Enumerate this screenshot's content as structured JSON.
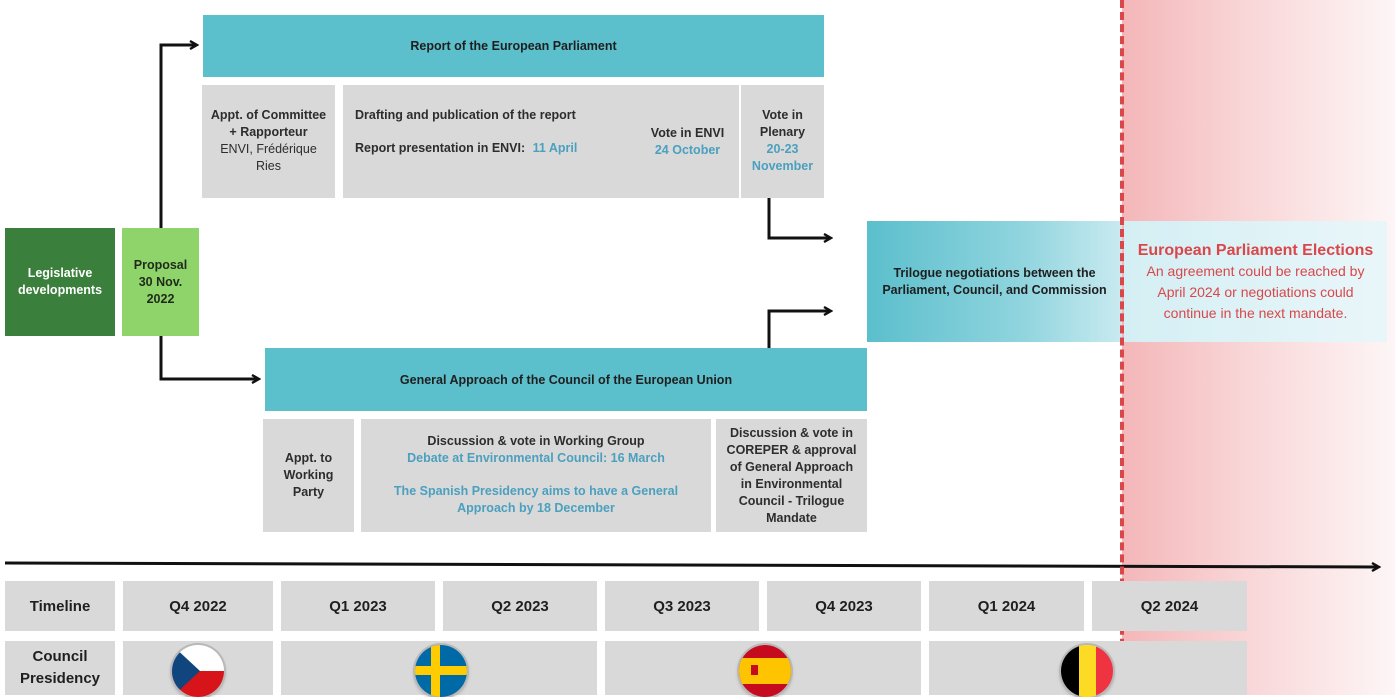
{
  "colors": {
    "teal": "#5bbfcc",
    "legislative_dark_green": "#3b7f3c",
    "proposal_light_green": "#8fd46b",
    "grey": "#d9d9d9",
    "date_blue": "#4aa0be",
    "election_red": "#d9474a"
  },
  "left": {
    "legislative": "Legislative developments",
    "proposal_line1": "Proposal",
    "proposal_line2": "30 Nov.",
    "proposal_line3": "2022"
  },
  "parliament": {
    "header": "Report of the European Parliament",
    "appt_line1": "Appt. of Committee",
    "appt_line2": "+ Rapporteur",
    "appt_line3": "ENVI, Frédérique",
    "appt_line4": "Ries",
    "drafting": "Drafting and publication of the report",
    "presentation_label": "Report presentation in ENVI:",
    "presentation_date": "11 April",
    "vote_envi": "Vote in ENVI",
    "vote_envi_date": "24 October",
    "vote_plenary_line1": "Vote in",
    "vote_plenary_line2": "Plenary",
    "vote_plenary_date1": "20-23",
    "vote_plenary_date2": "November"
  },
  "council": {
    "header": "General Approach of the Council of the European Union",
    "appt_line1": "Appt. to",
    "appt_line2": "Working",
    "appt_line3": "Party",
    "discussion": "Discussion & vote in Working Group",
    "debate": "Debate at Environmental Council: 16 March",
    "spanish_line1": "The Spanish Presidency aims to have a General",
    "spanish_line2": "Approach by 18 December",
    "coreper_line1": "Discussion & vote in",
    "coreper_line2": "COREPER & approval",
    "coreper_line3": "of General Approach",
    "coreper_line4": "in Environmental",
    "coreper_line5": "Council - Trilogue",
    "coreper_line6": "Mandate"
  },
  "trilogue": {
    "line1": "Trilogue negotiations between the",
    "line2": "Parliament, Council, and Commission"
  },
  "elections": {
    "title": "European Parliament Elections",
    "line1": "An agreement could be reached  by",
    "line2": "April 2024 or negotiations could",
    "line3": "continue in the next mandate."
  },
  "timeline": {
    "label": "Timeline",
    "quarters": [
      "Q4 2022",
      "Q1 2023",
      "Q2 2023",
      "Q3 2023",
      "Q4 2023",
      "Q1 2024",
      "Q2 2024"
    ]
  },
  "presidency": {
    "label_line1": "Council",
    "label_line2": "Presidency",
    "flags": [
      "czech-flag-icon",
      "swedish-flag-icon",
      "spanish-flag-icon",
      "belgian-flag-icon"
    ]
  }
}
